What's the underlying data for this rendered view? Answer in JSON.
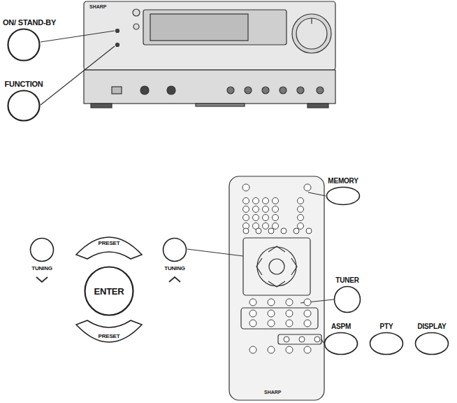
{
  "diagram": {
    "nodes": [
      {
        "text": [
          "ON/ STAND-BY"
        ]
      },
      {
        "text": [
          "FUNCTION"
        ]
      },
      {
        "text": [
          "MEMORY"
        ]
      },
      {
        "text": [
          "TUNING"
        ]
      },
      {
        "text": [
          "PRESET"
        ]
      },
      {
        "text": [
          "ENTER"
        ]
      },
      {
        "text": [
          "PRESET"
        ]
      },
      {
        "text": [
          "TUNING"
        ]
      },
      {
        "text": [
          "TUNER"
        ]
      },
      {
        "text": [
          "ASPM"
        ]
      },
      {
        "text": [
          "PTY"
        ]
      },
      {
        "text": [
          "DISPLAY"
        ]
      }
    ],
    "labels": [
      "SHARP",
      "SHARP"
    ]
  }
}
